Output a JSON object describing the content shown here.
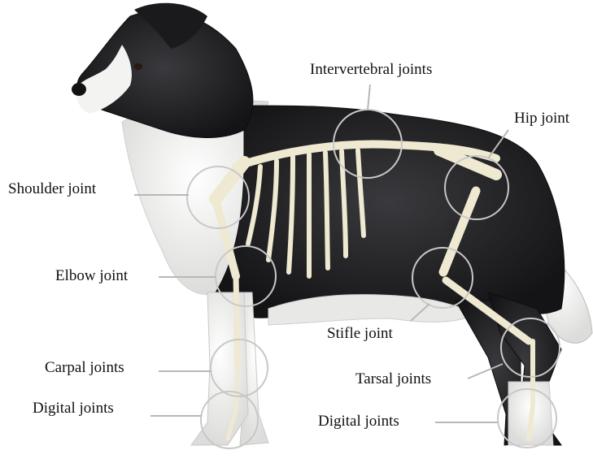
{
  "diagram": {
    "labels": {
      "intervertebral": "Intervertebral joints",
      "hip": "Hip joint",
      "shoulder": "Shoulder joint",
      "elbow": "Elbow joint",
      "stifle": "Stifle joint",
      "carpal": "Carpal joints",
      "tarsal": "Tarsal joints",
      "digital_front": "Digital joints",
      "digital_hind": "Digital joints"
    },
    "colors": {
      "fur_dark": "#1b1b1e",
      "fur_white": "#f4f4f2",
      "bone": "#f1ecd6",
      "leader_line": "#b8b8b8",
      "joint_circle": "#c8c8c8"
    }
  }
}
